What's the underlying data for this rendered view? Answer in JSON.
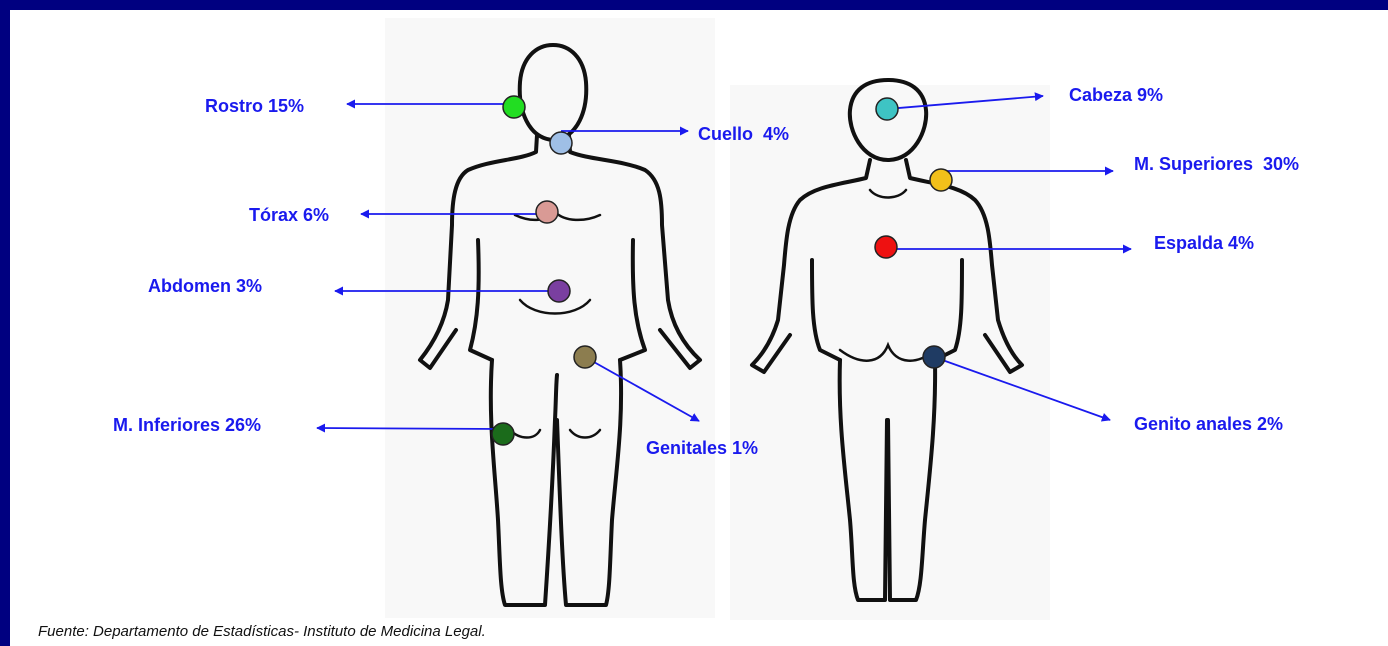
{
  "colors": {
    "frame": "#000080",
    "label": "#1a1aee"
  },
  "front": {
    "rostro": {
      "label": "Rostro 15%",
      "color": "#22dd22"
    },
    "cuello": {
      "label": "Cuello  4%",
      "color": "#9fbfe6"
    },
    "torax": {
      "label": "Tórax 6%",
      "color": "#d99a95"
    },
    "abdomen": {
      "label": "Abdomen 3%",
      "color": "#7a3fa0"
    },
    "genitales": {
      "label": "Genitales 1%",
      "color": "#8c7d4f"
    },
    "inferiores": {
      "label": "M. Inferiores 26%",
      "color": "#1b6b1b"
    }
  },
  "back": {
    "cabeza": {
      "label": "Cabeza 9%",
      "color": "#3ec4c4"
    },
    "superiores": {
      "label": "M. Superiores  30%",
      "color": "#f2c01a"
    },
    "espalda": {
      "label": "Espalda 4%",
      "color": "#ee1111"
    },
    "genitoanales": {
      "label": "Genito anales 2%",
      "color": "#1f3b63"
    }
  },
  "source": "Fuente: Departamento de Estadísticas- Instituto de Medicina Legal."
}
